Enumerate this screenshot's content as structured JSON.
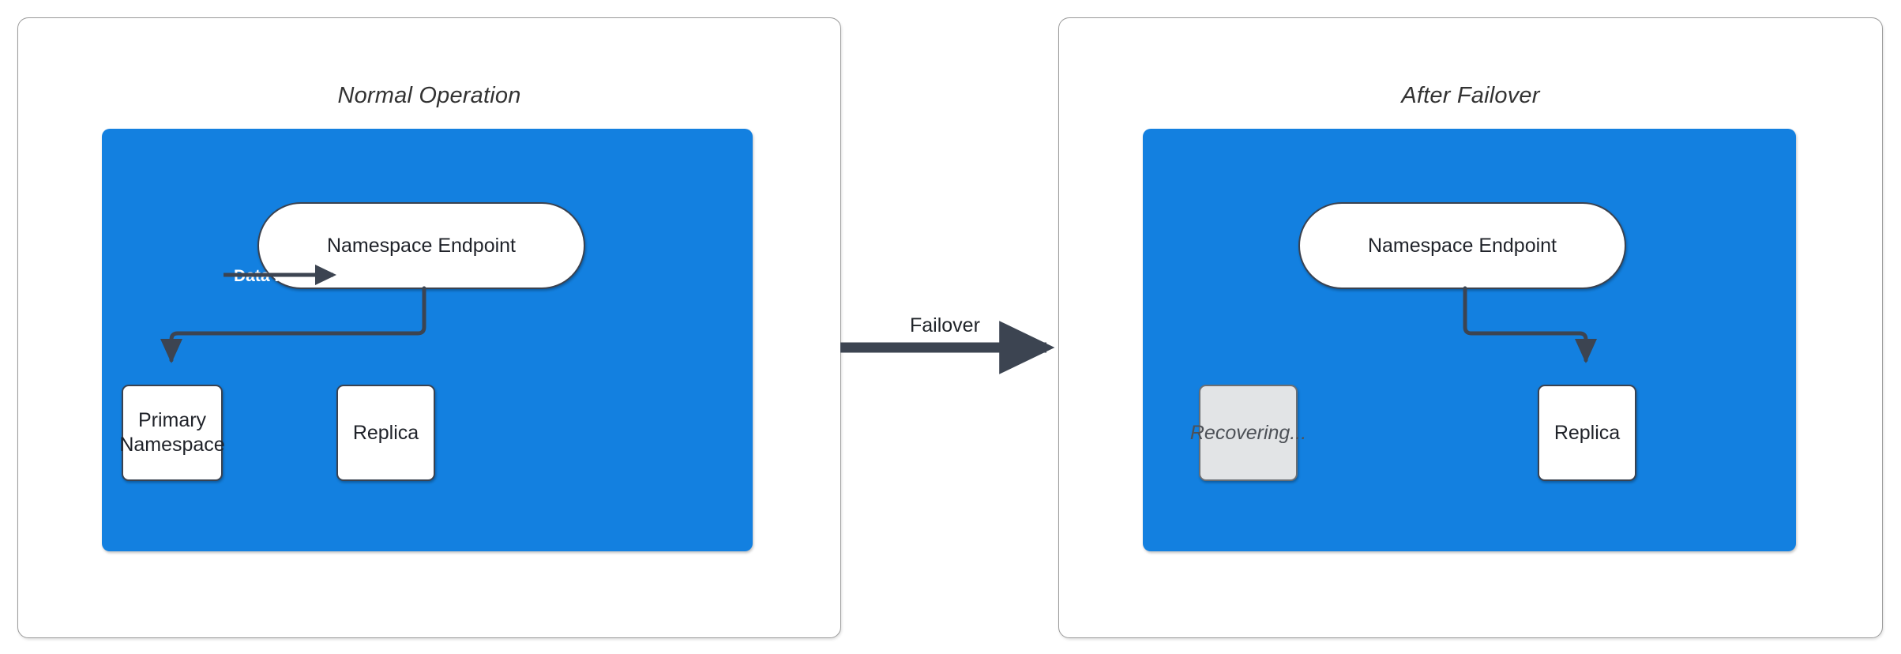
{
  "diagram": {
    "title_left": "Normal Operation",
    "title_right": "After Failover",
    "transition_label": "Failover",
    "accent_blue": "#1380E0",
    "node_border": "#3A4250",
    "recovering_fill": "#E2E4E6",
    "arrow_color": "#3C4451",
    "panels": [
      {
        "id": "normal-operation",
        "title": "Normal Operation",
        "nodes": [
          {
            "id": "endpoint-left",
            "label": "Namespace Endpoint",
            "shape": "pill",
            "state": "active"
          },
          {
            "id": "primary-left",
            "label": "Primary Namespace",
            "shape": "rect",
            "state": "active"
          },
          {
            "id": "replica-left",
            "label": "Replica",
            "shape": "rect",
            "state": "active"
          }
        ],
        "edges": [
          {
            "from": "endpoint-left",
            "to": "primary-left",
            "label": ""
          },
          {
            "from": "primary-left",
            "to": "replica-left",
            "label": "Data Replication"
          }
        ]
      },
      {
        "id": "after-failover",
        "title": "After Failover",
        "nodes": [
          {
            "id": "endpoint-right",
            "label": "Namespace Endpoint",
            "shape": "pill",
            "state": "active"
          },
          {
            "id": "recovering-right",
            "label": "Recovering...",
            "shape": "rect",
            "state": "recovering"
          },
          {
            "id": "replica-right",
            "label": "Replica",
            "shape": "rect",
            "state": "active"
          }
        ],
        "edges": [
          {
            "from": "endpoint-right",
            "to": "replica-right",
            "label": ""
          }
        ]
      }
    ]
  }
}
